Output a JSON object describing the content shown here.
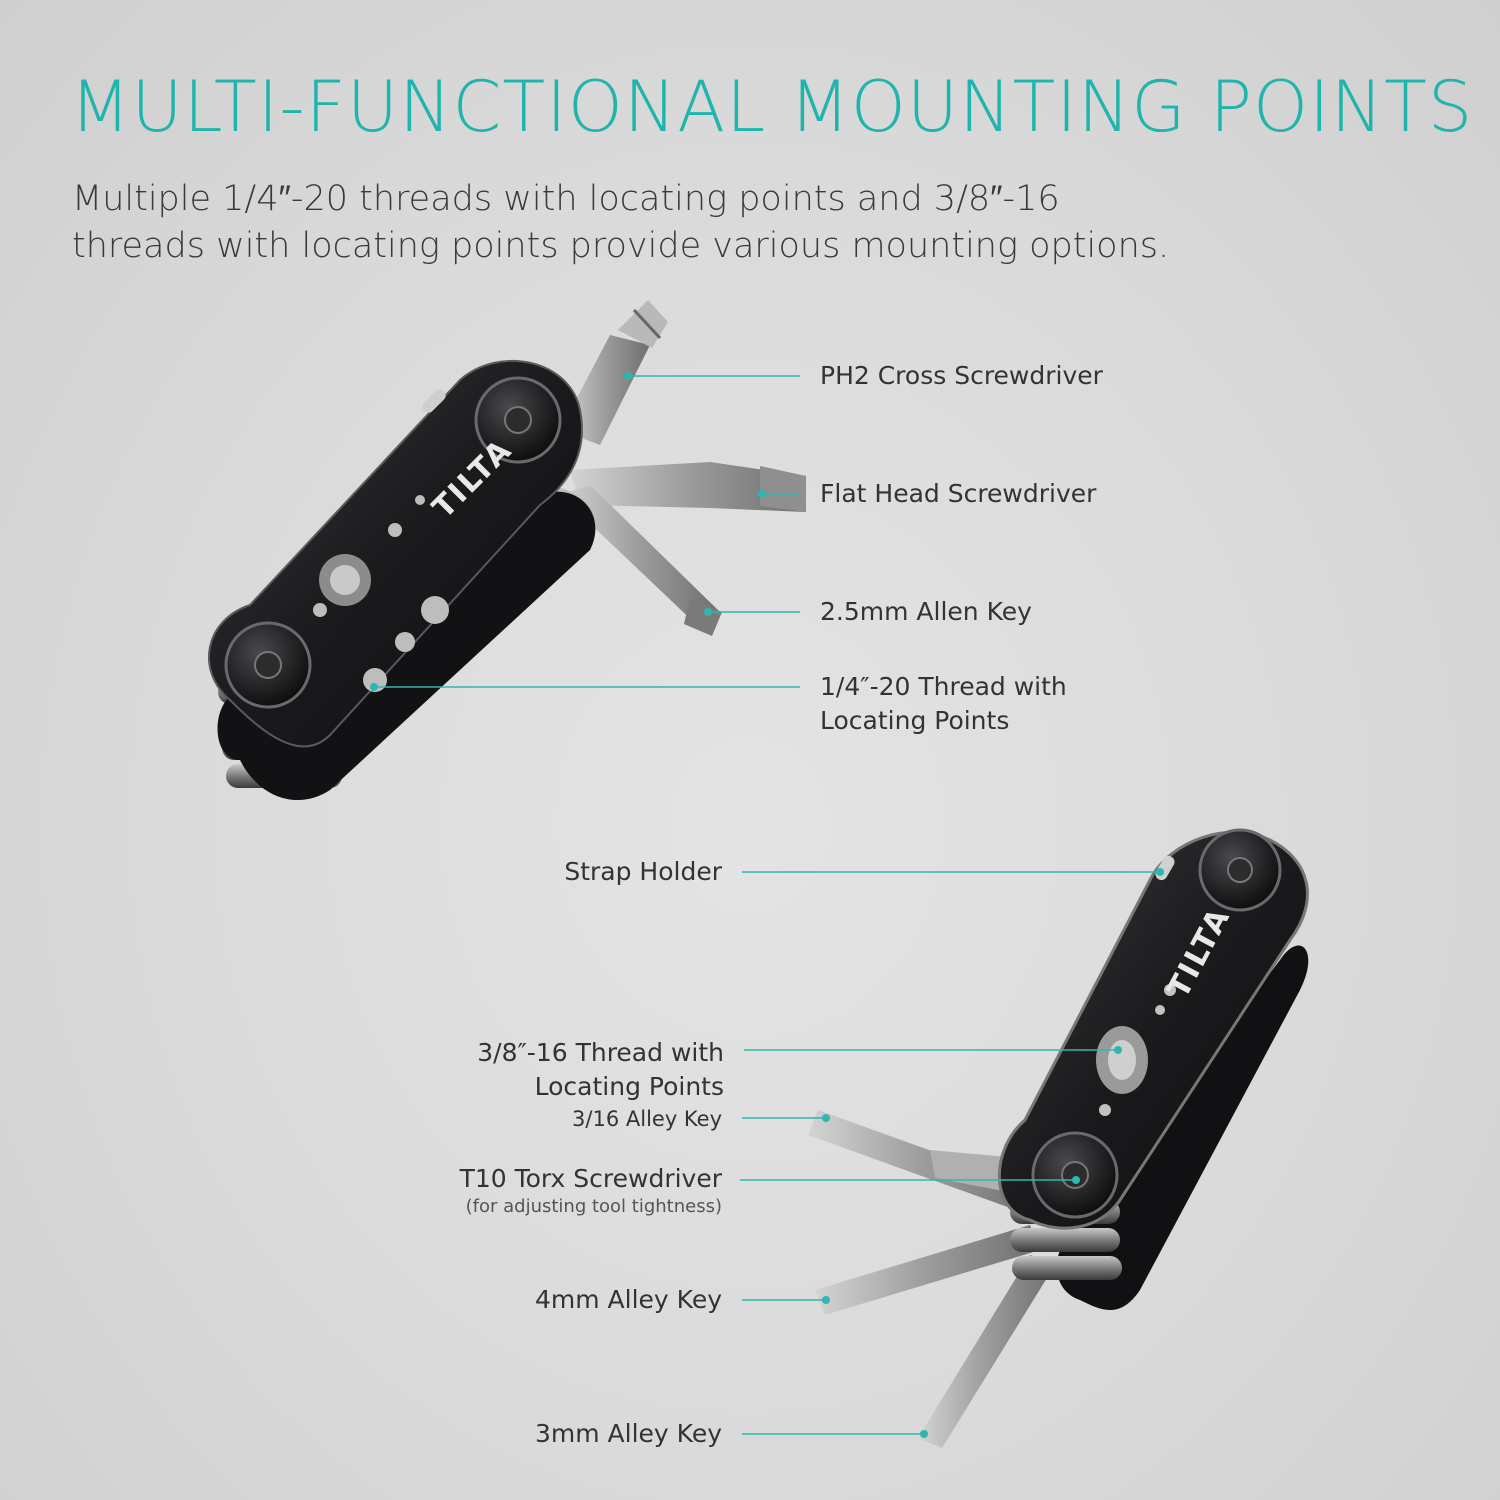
{
  "header": {
    "title": "MULTI-FUNCTIONAL MOUNTING POINTS",
    "subtitle_line1": "Multiple 1/4″-20 threads with locating points and 3/8″-16",
    "subtitle_line2": "threads with locating points provide various mounting options."
  },
  "brand": {
    "logo_text": "TILTA"
  },
  "colors": {
    "accent": "#1fb5ad",
    "text": "#333333",
    "tool_black": "#1c1c1e",
    "steel": "#a9a9a9"
  },
  "callouts_top": [
    {
      "label": "PH2 Cross Screwdriver"
    },
    {
      "label": "Flat Head Screwdriver"
    },
    {
      "label": "2.5mm Allen Key"
    },
    {
      "label_line1": "1/4″-20 Thread with",
      "label_line2": "Locating Points"
    }
  ],
  "callouts_bottom": [
    {
      "label": "Strap Holder"
    },
    {
      "label_line1": "3/8″-16 Thread with",
      "label_line2": "Locating Points"
    },
    {
      "label": "3/16 Alley Key"
    },
    {
      "label": "T10 Torx Screwdriver",
      "note": "(for adjusting tool tightness)"
    },
    {
      "label": "4mm Alley Key"
    },
    {
      "label": "3mm Alley Key"
    }
  ]
}
